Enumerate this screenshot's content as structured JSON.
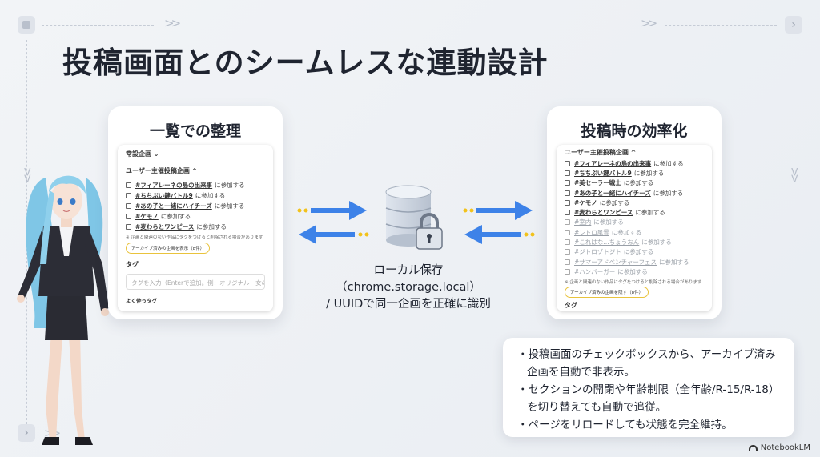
{
  "title": "投稿画面とのシームレスな連動設計",
  "left_card": {
    "title": "一覧での整理",
    "dropdown_label": "常設企画 ⌄",
    "group_label": "ユーザー主催投稿企画 ^",
    "items": [
      {
        "tag": "#フィアレーネの島の出来事",
        "rest": "に参加する"
      },
      {
        "tag": "#ちちぷい鍵バトル9",
        "rest": "に参加する"
      },
      {
        "tag": "#あの子と一緒にハイチーズ",
        "rest": "に参加する"
      },
      {
        "tag": "#ケモノ",
        "rest": "に参加する"
      },
      {
        "tag": "#麦わらとワンピース",
        "rest": "に参加する"
      }
    ],
    "note": "※ 企画と関連のない作品にタグをつけると削除される場合があります",
    "pill": "アーカイブ済みの企画を表示（8件）",
    "tag_section": "タグ",
    "tag_placeholder": "タグを入力（Enterで追加。例：オリジナル　女の",
    "often_used": "よく使うタグ"
  },
  "right_card": {
    "title": "投稿時の効率化",
    "group_label": "ユーザー主催投稿企画 ^",
    "items": [
      {
        "tag": "#フィアレーネの島の出来事",
        "rest": "に参加する",
        "dim": false
      },
      {
        "tag": "#ちちぷい鍵バトル9",
        "rest": "に参加する",
        "dim": false
      },
      {
        "tag": "#美セーラー戦士",
        "rest": "に参加する",
        "dim": false
      },
      {
        "tag": "#あの子と一緒にハイチーズ",
        "rest": "に参加する",
        "dim": false
      },
      {
        "tag": "#ケモノ",
        "rest": "に参加する",
        "dim": false
      },
      {
        "tag": "#麦わらとワンピース",
        "rest": "に参加する",
        "dim": false
      },
      {
        "tag": "#室内",
        "rest": "に参加する",
        "dim": true
      },
      {
        "tag": "#レトロ風景",
        "rest": "に参加する",
        "dim": true
      },
      {
        "tag": "#これはな…ちょうおん",
        "rest": "に参加する",
        "dim": true
      },
      {
        "tag": "#ジトロゾトジト",
        "rest": "に参加する",
        "dim": true
      },
      {
        "tag": "#サマーアドベンチャーフェス",
        "rest": "に参加する",
        "dim": true
      },
      {
        "tag": "#ハンバーガー",
        "rest": "に参加する",
        "dim": true
      }
    ],
    "note": "※ 企画と関連のない作品にタグをつけると削除される場合があります",
    "pill": "アーカイブ済みの企画を隠す（8件）",
    "tag_section": "タグ"
  },
  "center": {
    "line1": "ローカル保存",
    "line2": "（chrome.storage.local）",
    "line3": "/ UUIDで同一企画を正確に識別"
  },
  "bullets": [
    "投稿画面のチェックボックスから、アーカイブ済み企画を自動で非表示。",
    "セクションの開閉や年齢制限（全年齢/R-15/R-18）を切り替えても自動で追従。",
    "ページをリロードしても状態を完全維持。"
  ],
  "brand": "NotebookLM",
  "colors": {
    "arrow_blue": "#3d82e8",
    "arrow_dot": "#f2c21b",
    "pill_border": "#e9c33c"
  }
}
